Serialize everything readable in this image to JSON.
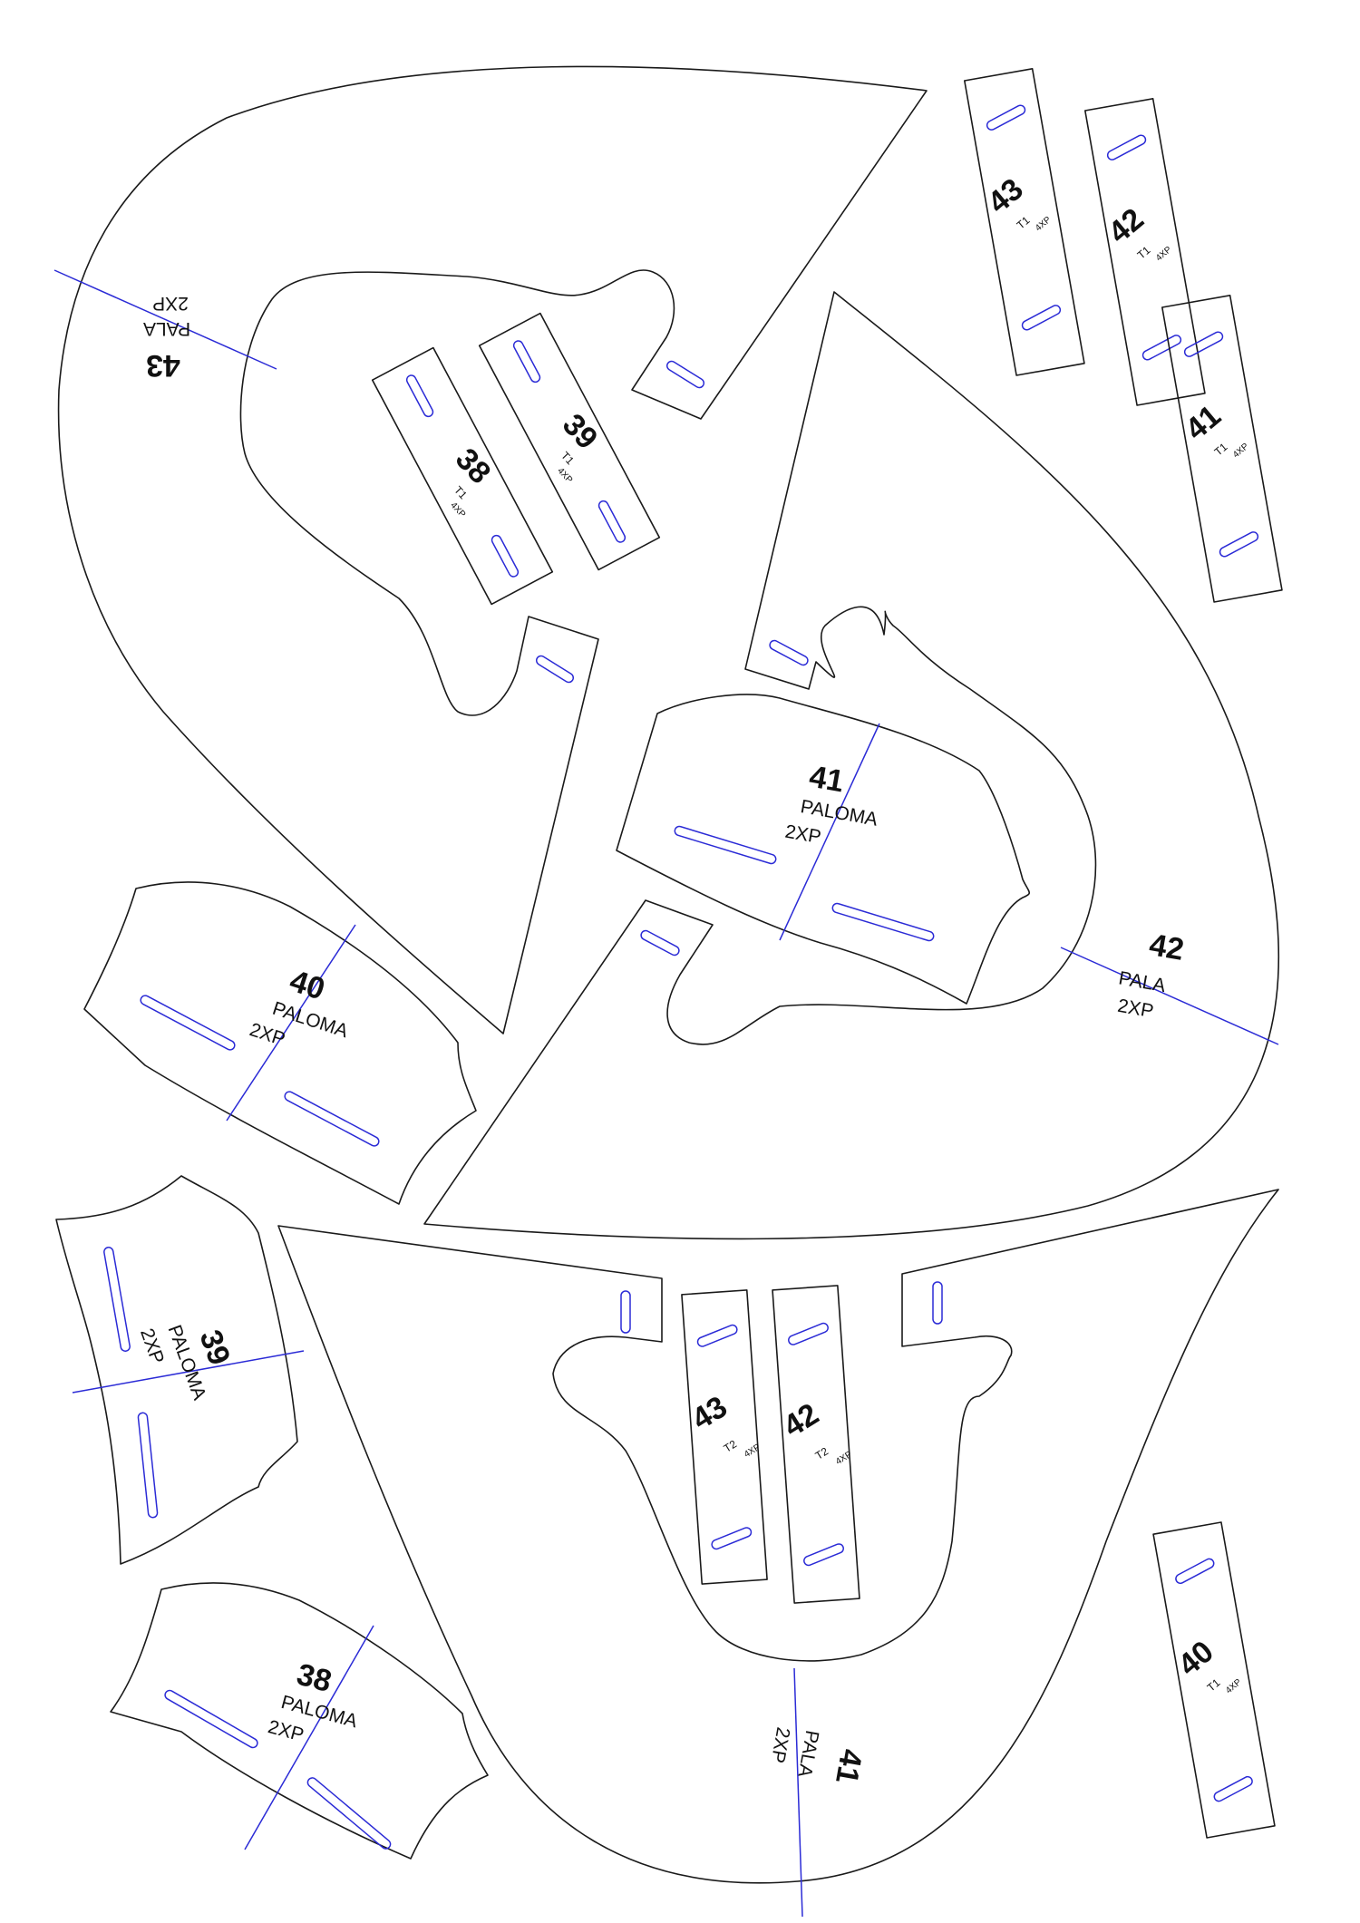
{
  "pieces": {
    "pala_43": {
      "size": "43",
      "name": "PALA",
      "qty": "2XP"
    },
    "pala_42": {
      "size": "42",
      "name": "PALA",
      "qty": "2XP"
    },
    "pala_41": {
      "size": "41",
      "name": "PALA",
      "qty": "2XP"
    },
    "paloma_41": {
      "size": "41",
      "name": "PALOMA",
      "qty": "2XP"
    },
    "paloma_40": {
      "size": "40",
      "name": "PALOMA",
      "qty": "2XP"
    },
    "paloma_39": {
      "size": "39",
      "name": "PALOMA",
      "qty": "2XP"
    },
    "paloma_38": {
      "size": "38",
      "name": "PALOMA",
      "qty": "2XP"
    },
    "strap_38_t1": {
      "size": "38",
      "type": "T1",
      "qty": "4XP"
    },
    "strap_39_t1": {
      "size": "39",
      "type": "T1",
      "qty": "4XP"
    },
    "strap_43_t1": {
      "size": "43",
      "type": "T1",
      "qty": "4XP"
    },
    "strap_42_t1": {
      "size": "42",
      "type": "T1",
      "qty": "4XP"
    },
    "strap_41_t1": {
      "size": "41",
      "type": "T1",
      "qty": "4XP"
    },
    "strap_40_t1": {
      "size": "40",
      "type": "T1",
      "qty": "4XP"
    },
    "strap_43_t2": {
      "size": "43",
      "type": "T2",
      "qty": "4XP"
    },
    "strap_42_t2": {
      "size": "42",
      "type": "T2",
      "qty": "4XP"
    }
  },
  "colors": {
    "outline": "#1a1a1a",
    "marks": "#2b2bd6"
  }
}
